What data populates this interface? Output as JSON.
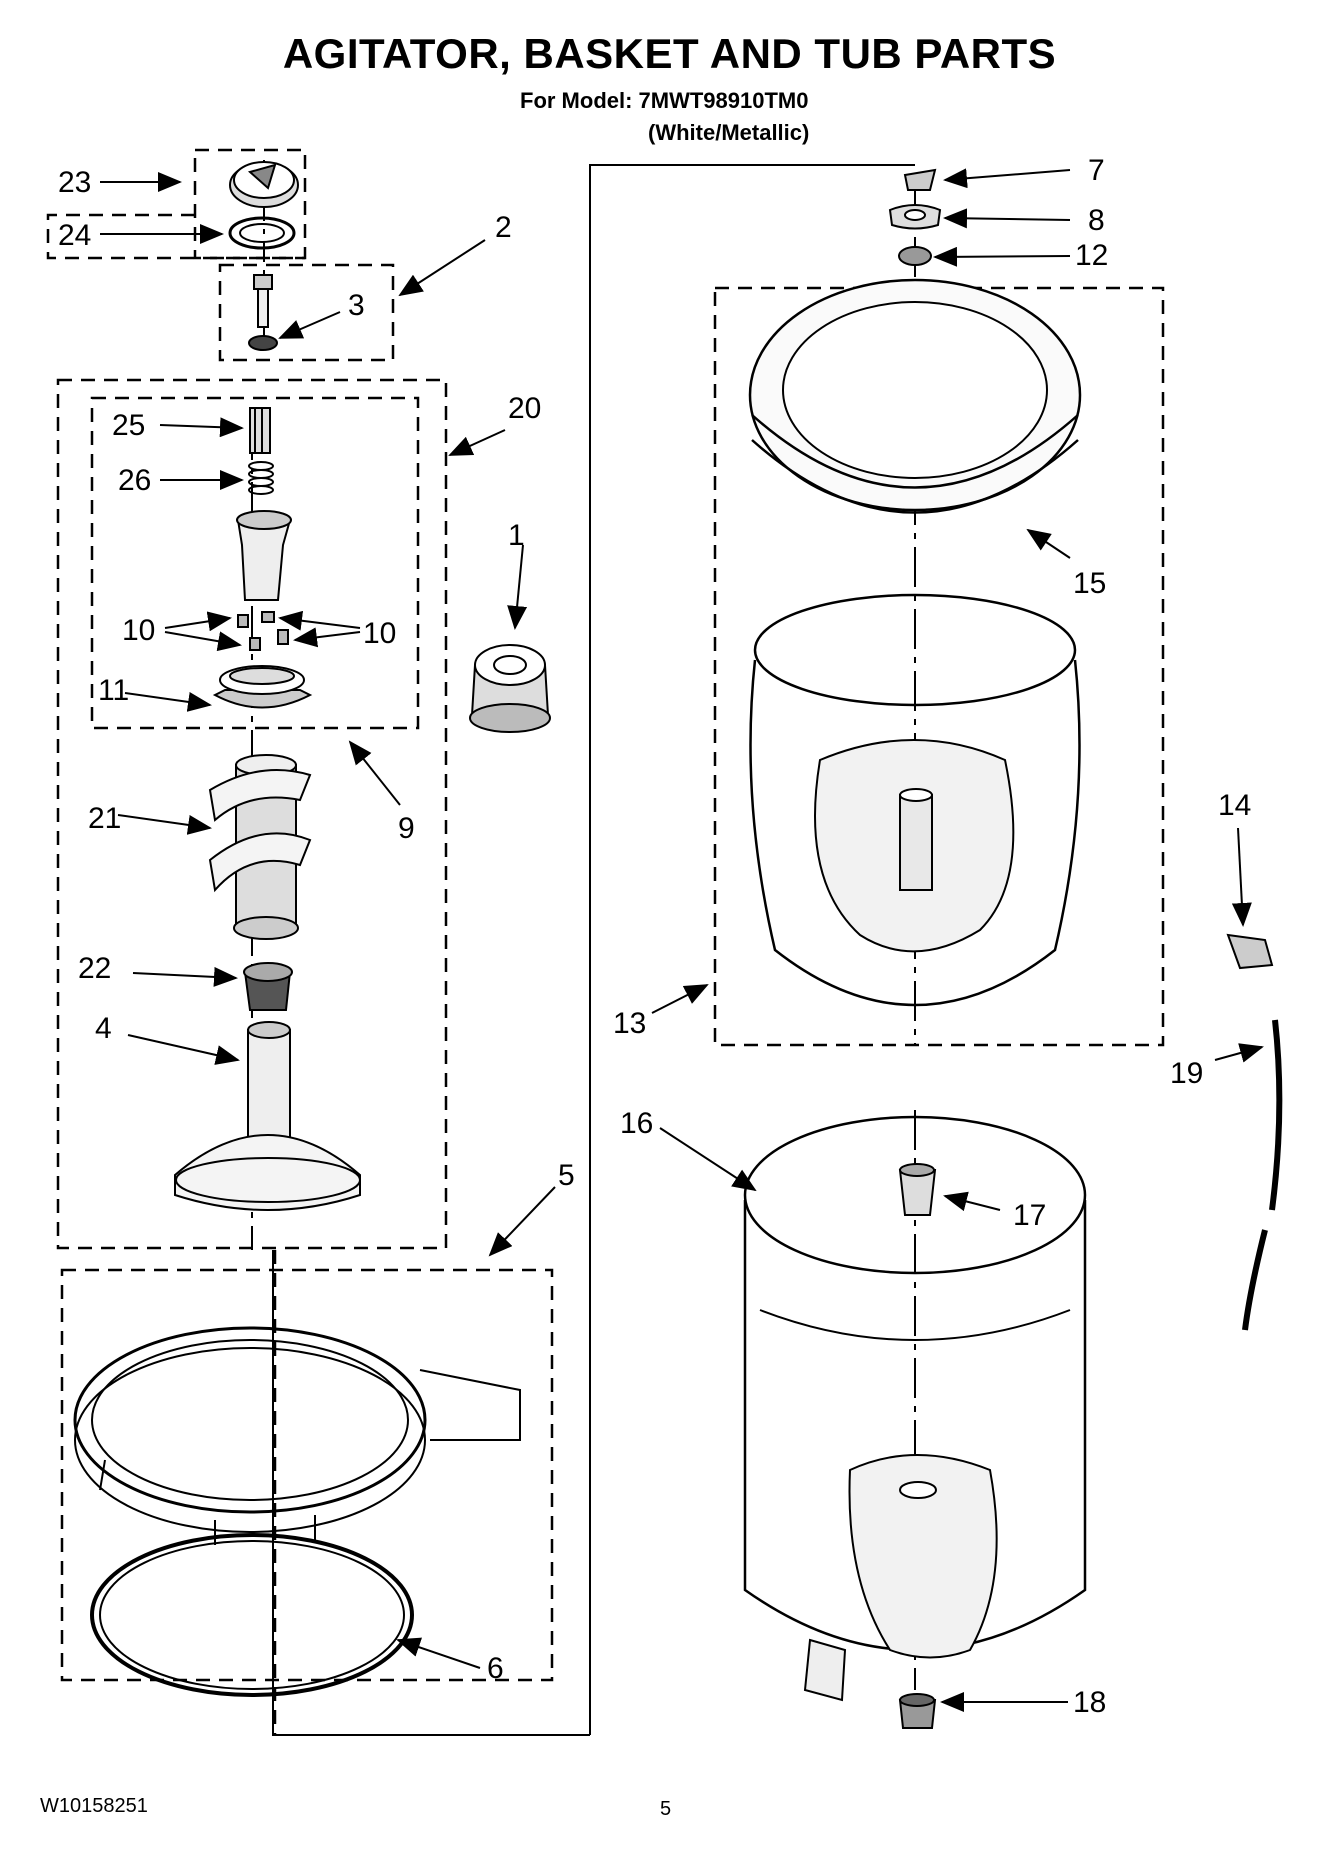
{
  "header": {
    "title": "AGITATOR, BASKET AND TUB PARTS",
    "model_line": "For Model: 7MWT98910TM0",
    "color_line": "(White/Metallic)"
  },
  "callouts": [
    "1",
    "2",
    "3",
    "4",
    "5",
    "6",
    "7",
    "8",
    "9",
    "10",
    "10",
    "11",
    "12",
    "13",
    "14",
    "15",
    "16",
    "17",
    "18",
    "19",
    "20",
    "21",
    "22",
    "23",
    "24",
    "25",
    "26"
  ],
  "footer": {
    "part_number": "W10158251",
    "page_number": "5"
  }
}
